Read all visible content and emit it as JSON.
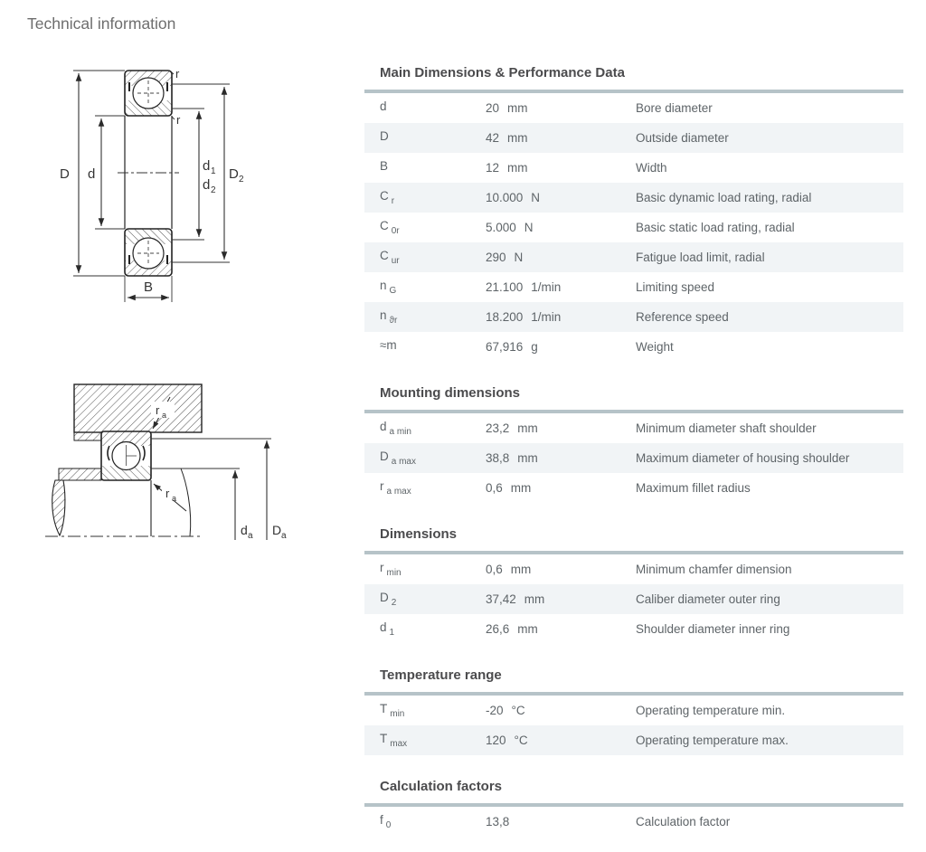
{
  "page": {
    "title": "Technical information"
  },
  "sections": [
    {
      "title": "Main Dimensions & Performance Data",
      "rows": [
        {
          "base": "d",
          "sub": "",
          "value": "20",
          "unit": "mm",
          "desc": "Bore diameter"
        },
        {
          "base": "D",
          "sub": "",
          "value": "42",
          "unit": "mm",
          "desc": "Outside diameter"
        },
        {
          "base": "B",
          "sub": "",
          "value": "12",
          "unit": "mm",
          "desc": "Width"
        },
        {
          "base": "C",
          "sub": "r",
          "value": "10.000",
          "unit": "N",
          "desc": "Basic dynamic load rating, radial"
        },
        {
          "base": "C",
          "sub": "0r",
          "value": "5.000",
          "unit": "N",
          "desc": "Basic static load rating, radial"
        },
        {
          "base": "C",
          "sub": "ur",
          "value": "290",
          "unit": "N",
          "desc": "Fatigue load limit, radial"
        },
        {
          "base": "n",
          "sub": "G",
          "value": "21.100",
          "unit": "1/min",
          "desc": "Limiting speed"
        },
        {
          "base": "n",
          "sub": "ϑr",
          "value": "18.200",
          "unit": "1/min",
          "desc": "Reference speed"
        },
        {
          "base": "≈m",
          "sub": "",
          "value": "67,916",
          "unit": "g",
          "desc": "Weight"
        }
      ]
    },
    {
      "title": "Mounting dimensions",
      "rows": [
        {
          "base": "d",
          "sub": "a min",
          "value": "23,2",
          "unit": "mm",
          "desc": "Minimum diameter shaft shoulder"
        },
        {
          "base": "D",
          "sub": "a max",
          "value": "38,8",
          "unit": "mm",
          "desc": "Maximum diameter of housing shoulder"
        },
        {
          "base": "r",
          "sub": "a max",
          "value": "0,6",
          "unit": "mm",
          "desc": "Maximum fillet radius"
        }
      ]
    },
    {
      "title": "Dimensions",
      "rows": [
        {
          "base": "r",
          "sub": "min",
          "value": "0,6",
          "unit": "mm",
          "desc": "Minimum chamfer dimension"
        },
        {
          "base": "D",
          "sub": "2",
          "value": "37,42",
          "unit": "mm",
          "desc": "Caliber diameter outer ring"
        },
        {
          "base": "d",
          "sub": "1",
          "value": "26,6",
          "unit": "mm",
          "desc": "Shoulder diameter inner ring"
        }
      ]
    },
    {
      "title": "Temperature range",
      "rows": [
        {
          "base": "T",
          "sub": "min",
          "value": "-20",
          "unit": "°C",
          "desc": "Operating temperature min."
        },
        {
          "base": "T",
          "sub": "max",
          "value": "120",
          "unit": "°C",
          "desc": "Operating temperature max."
        }
      ]
    },
    {
      "title": "Calculation factors",
      "rows": [
        {
          "base": "f",
          "sub": "0",
          "value": "13,8",
          "unit": "",
          "desc": "Calculation factor"
        }
      ]
    }
  ],
  "drawing_cross_section": {
    "label_r_outer": "r",
    "label_r_inner": "r",
    "label_D": "D",
    "label_d": "d",
    "label_d1_base": "d",
    "label_d1_sub": "1",
    "label_d2_base": "d",
    "label_d2_sub": "2",
    "label_D2_base": "D",
    "label_D2_sub": "2",
    "label_B": "B"
  },
  "drawing_mounting": {
    "label_ra_top_base": "r",
    "label_ra_top_sub": "a",
    "label_ra_bottom_base": "r",
    "label_ra_bottom_sub": "a",
    "label_da_base": "d",
    "label_da_sub": "a",
    "label_Da_base": "D",
    "label_Da_sub": "a"
  },
  "colors": {
    "rule": "#b6c3c8",
    "stripe": "#f1f4f6",
    "text": "#5e6468",
    "heading": "#4b4b4d",
    "title": "#6e6e6e"
  }
}
